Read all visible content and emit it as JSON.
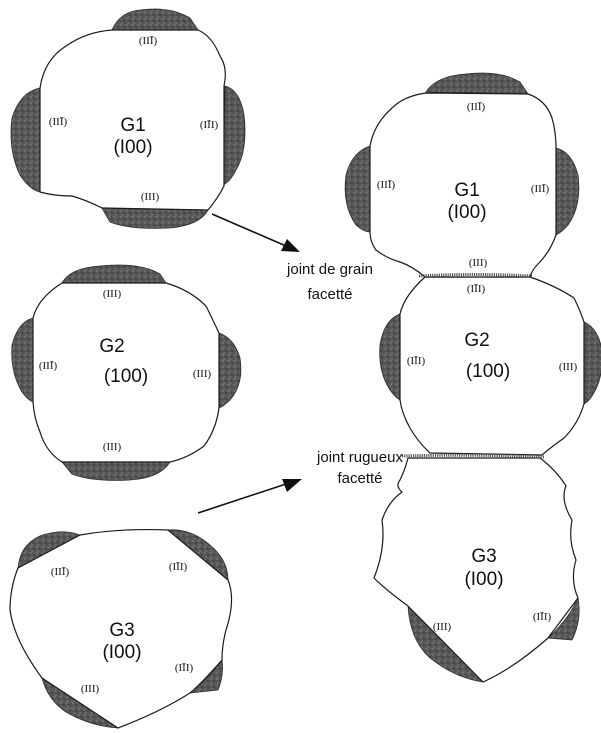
{
  "grains_isolated": [
    {
      "name": "G1",
      "orientation": "(I00)",
      "faces": [
        "(IIĪ)",
        "(IIĪ)",
        "(IĪI)",
        "(III)"
      ]
    },
    {
      "name": "G2",
      "orientation": "(100)",
      "faces": [
        "(III)",
        "(IIĪ)",
        "(III)",
        "(III)"
      ]
    },
    {
      "name": "G3",
      "orientation": "(I00)",
      "faces": [
        "(IIĪ)",
        "(IĪI)",
        "(IĪI)",
        "(III)"
      ]
    }
  ],
  "grains_joined": [
    {
      "name": "G1",
      "orientation": "(I00)",
      "faces": [
        "(IIĪ)",
        "(IIĪ)",
        "(IIĪ)",
        "(III)"
      ]
    },
    {
      "name": "G2",
      "orientation": "(100)",
      "faces": [
        "(IĪI)",
        "(IĪI)",
        "(III)"
      ]
    },
    {
      "name": "G3",
      "orientation": "(I00)",
      "faces": [
        "(III)",
        "(IĪI)"
      ]
    }
  ],
  "labels": {
    "joint_facet_line1": "joint de grain",
    "joint_facet_line2": "facetté",
    "joint_rough_line1": "joint rugueux",
    "joint_rough_line2": "facetté"
  },
  "colors": {
    "facet_dark": "#4a4a4a",
    "outline": "#1a1a1a"
  }
}
